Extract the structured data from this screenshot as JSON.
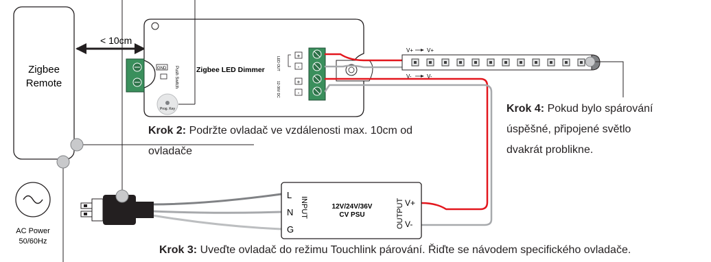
{
  "remote": {
    "line1": "Zigbee",
    "line2": "Remote"
  },
  "distance": "< 10cm",
  "ac_power": {
    "line1": "AC Power",
    "line2": "50/60Hz"
  },
  "dimmer": {
    "title": "Zigbee LED Dimmer",
    "gnd": "GND",
    "push_switch": "Push Switch",
    "prog_key": "Prog. Key",
    "terminal_labels": [
      "+",
      "-",
      "+",
      "-"
    ],
    "side_top": "LED OUT",
    "side_bottom": "12-36V DC"
  },
  "strip": {
    "top_labels": [
      "V+",
      "V+"
    ],
    "bottom_labels": [
      "V-",
      "V-"
    ]
  },
  "psu": {
    "inputs": [
      "L",
      "N",
      "G"
    ],
    "input_label": "INPUT",
    "model_line1": "12V/24V/36V",
    "model_line2": "CV PSU",
    "output_label": "OUTPUT",
    "outputs": [
      "V+",
      "V-"
    ]
  },
  "steps": {
    "step2_bold": "Krok 2:",
    "step2_text": " Podržte ovladač ve vzdálenosti max. 10cm od",
    "step2_line2": "ovladače",
    "step3_bold": "Krok 3:",
    "step3_text": " Uveďte ovladač do režimu Touchlink párování. Řiďte se návodem specifického ovladače.",
    "step4_bold": "Krok 4:",
    "step4_text": " Pokud bylo spárování",
    "step4_line2": "úspěšné, připojené světlo",
    "step4_line3": "dvakrát problikne."
  },
  "colors": {
    "wire_red": "#e3161d",
    "wire_gray": "#a7a9ac",
    "terminal_green": "#3a8f5c",
    "strip_led": "#3f3f3f"
  }
}
